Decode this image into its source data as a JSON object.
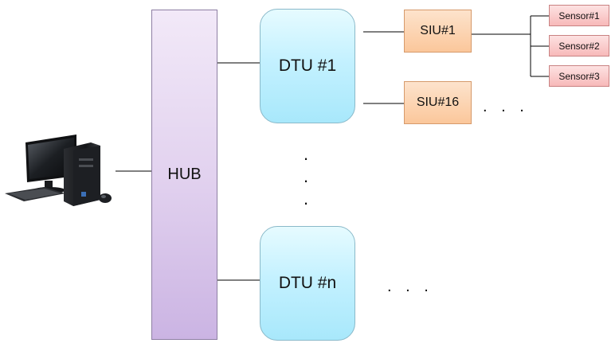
{
  "hub": {
    "label": "HUB"
  },
  "dtus": [
    {
      "label": "DTU #1"
    },
    {
      "label": "DTU #n"
    }
  ],
  "sius": [
    {
      "label": "SIU#1"
    },
    {
      "label": "SIU#16"
    }
  ],
  "sensors": [
    {
      "label": "Sensor#1"
    },
    {
      "label": "Sensor#2"
    },
    {
      "label": "Sensor#3"
    }
  ],
  "ellipsis": {
    "after_siu16": ". . .",
    "after_dtun": ". . .",
    "between_dtus": [
      ".",
      ".",
      "."
    ]
  },
  "colors": {
    "hub": "#e2d2ef",
    "dtu": "#c4f1ff",
    "siu": "#fbc79b",
    "sensor": "#f7b9b9",
    "line": "#000000"
  },
  "icons": {
    "computer": "desktop-computer-icon"
  }
}
